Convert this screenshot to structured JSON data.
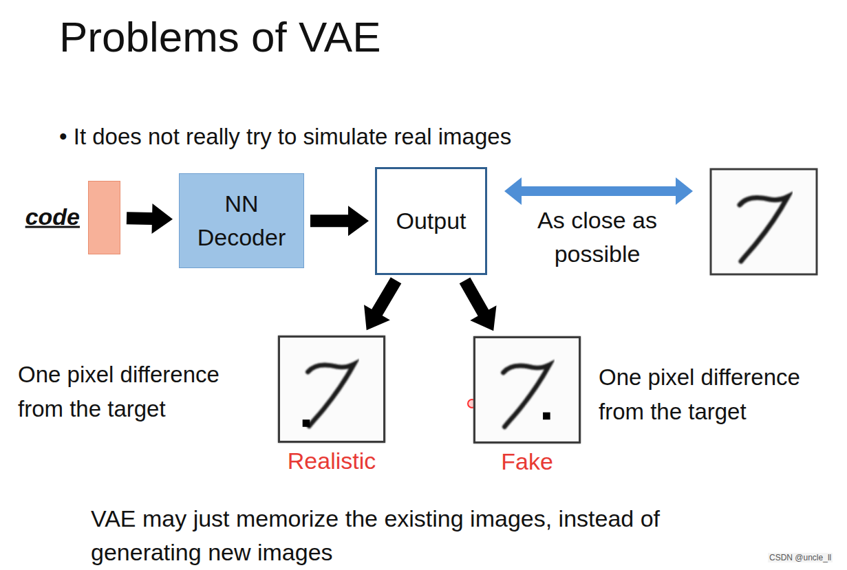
{
  "diagram": {
    "title": "Problems of VAE",
    "nodes": [
      {
        "text": [
          "code"
        ]
      },
      {
        "text": [
          "NN Decoder"
        ]
      },
      {
        "text": [
          "Output"
        ]
      },
      {
        "text": [
          "Realistic"
        ]
      },
      {
        "text": [
          "Fake"
        ]
      }
    ],
    "edges": [
      {
        "from": 0,
        "to": 1,
        "arrow": "to"
      },
      {
        "from": 1,
        "to": 2,
        "arrow": "to"
      },
      {
        "from": 2,
        "to": 3,
        "arrow": "to"
      },
      {
        "from": 2,
        "to": 4,
        "arrow": "to"
      }
    ],
    "labels": [
      "• It does not really try to simulate real images",
      "As close as possible",
      "One pixel difference from the target",
      "One pixel difference from the target",
      "VAE may just memorize the existing images, instead of generating new images",
      "CSDN @uncle_ll"
    ]
  }
}
